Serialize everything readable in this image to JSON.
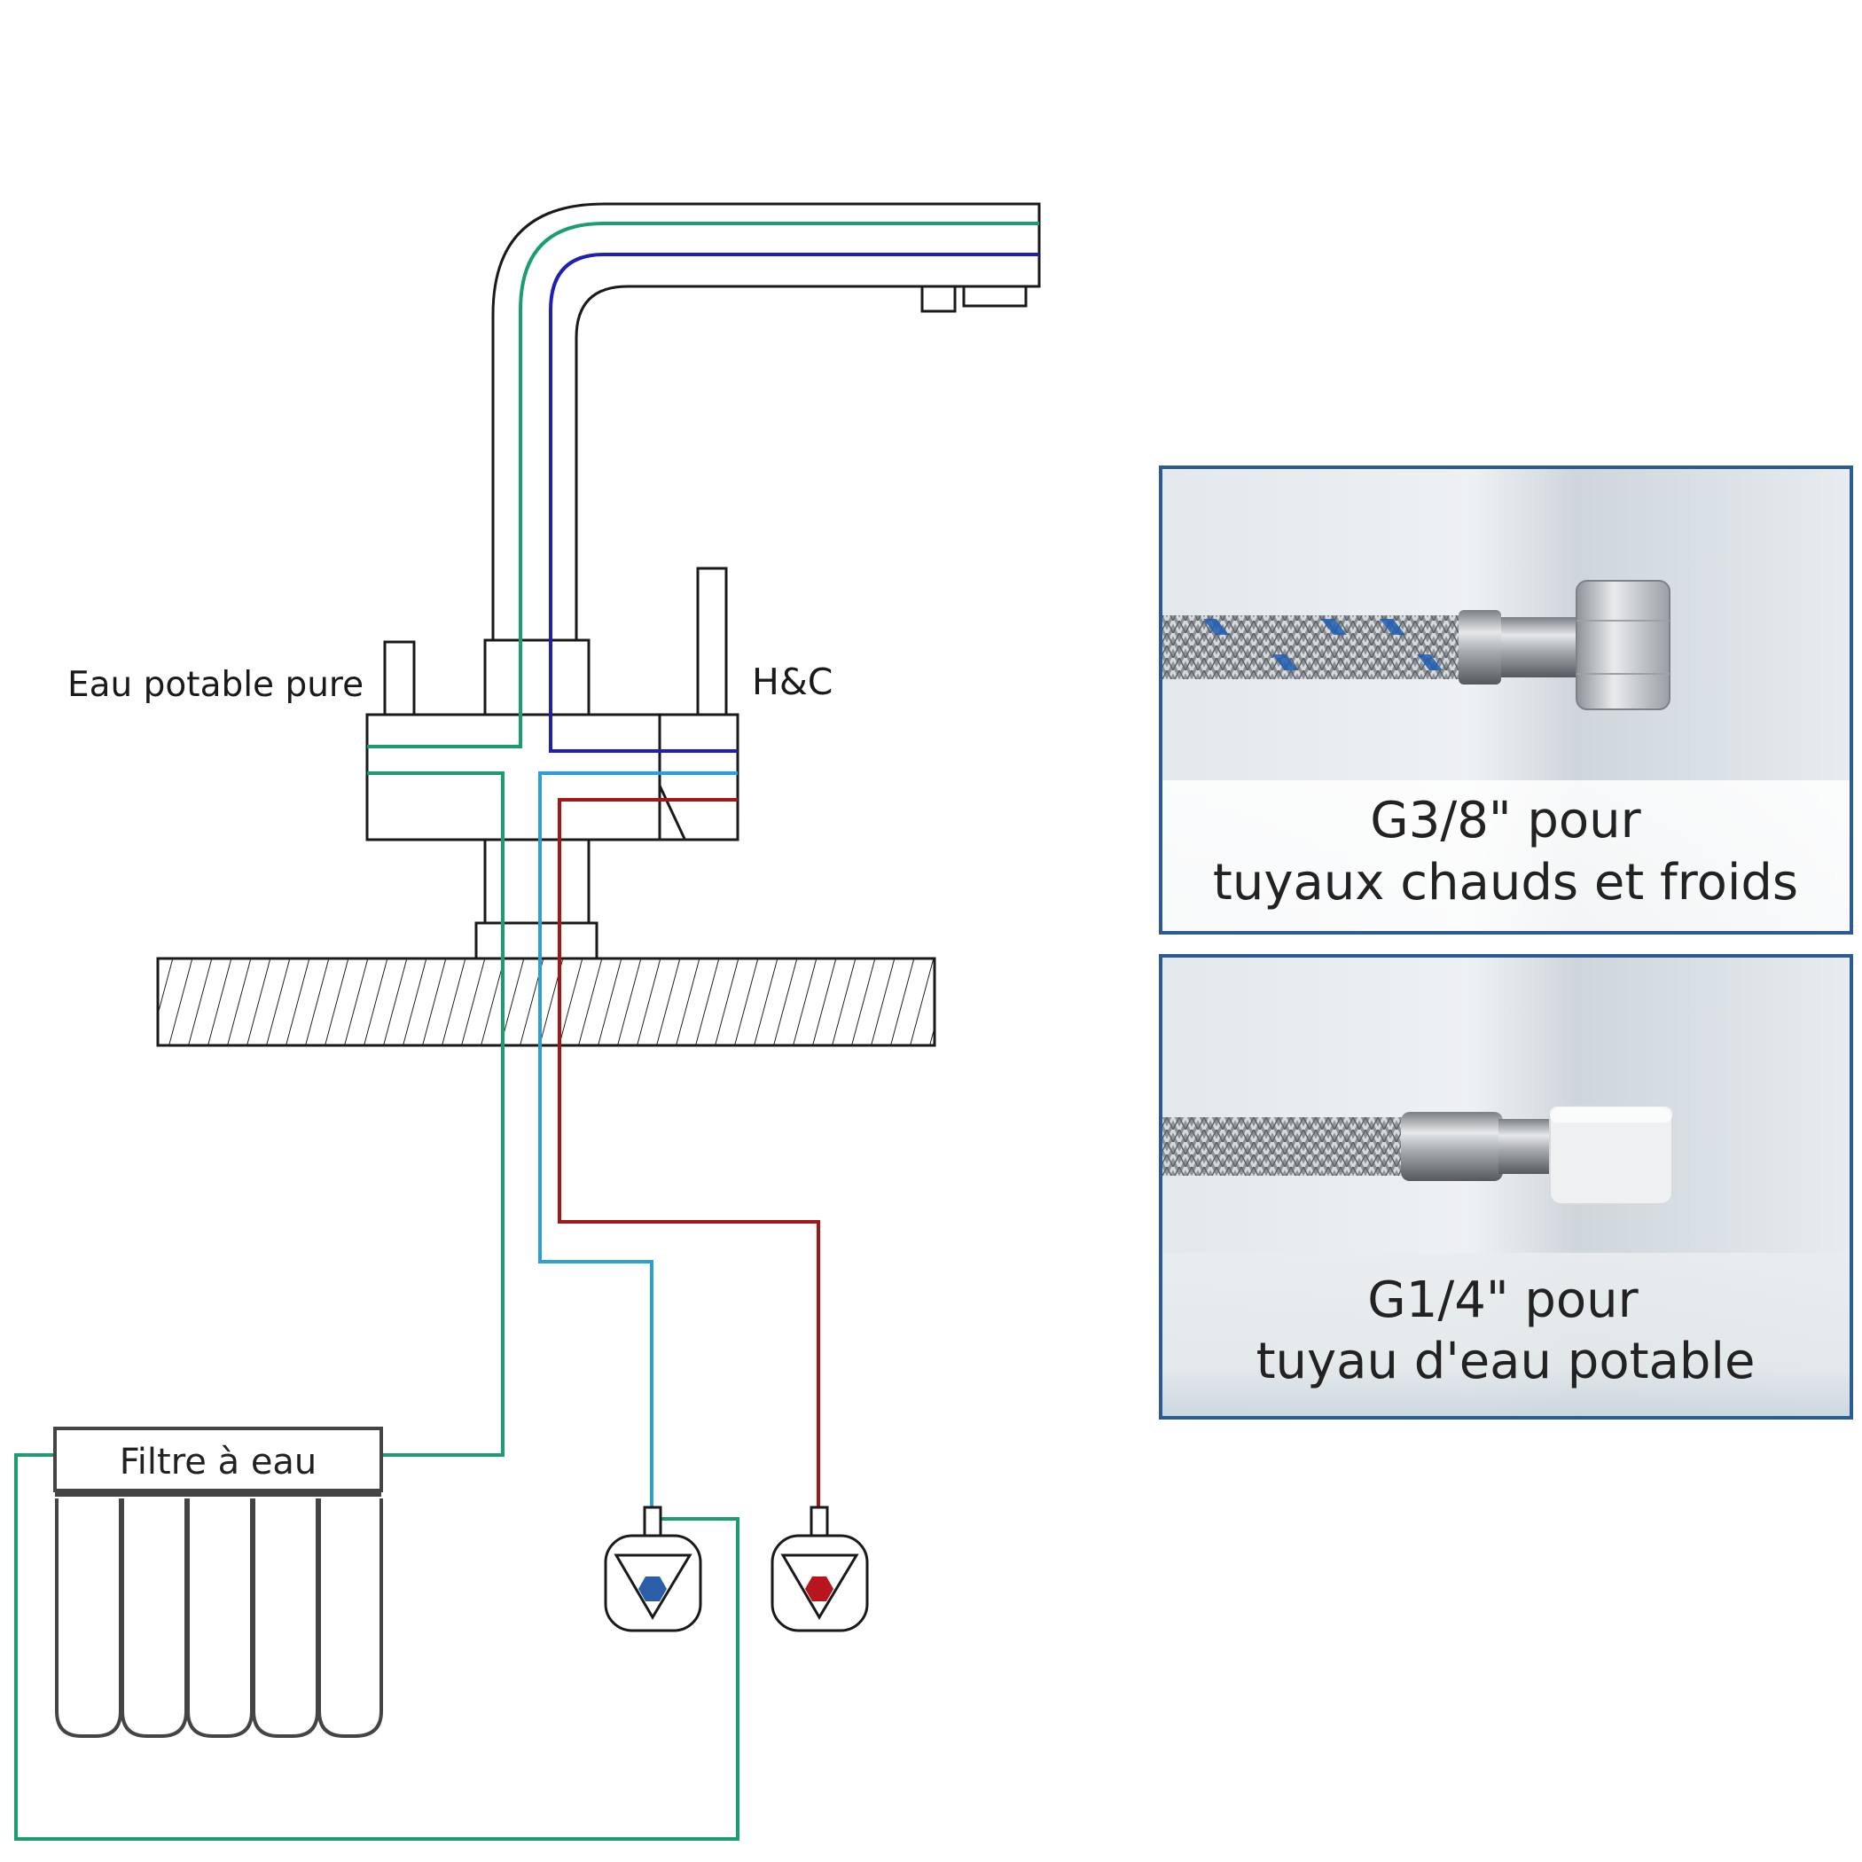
{
  "labels": {
    "pure_water": "Eau potable pure",
    "hot_cold": "H&C",
    "filter": "Filtre à eau"
  },
  "panels": [
    {
      "line1": "G3/8\" pour",
      "line2": "tuyaux chauds et froids"
    },
    {
      "line1": "G1/4\" pour",
      "line2": "tuyau d'eau potable"
    }
  ],
  "colors": {
    "pure_water_line": "#1a9e6e",
    "cold_mix_line": "#1f1fb0",
    "cold_supply_line": "#2a9fd8",
    "hot_supply_line": "#a01818",
    "outline": "#1a1a1a",
    "panel_border": "#2a5b94",
    "cold_valve_marker": "#2a5fa8",
    "hot_valve_marker": "#b8161d"
  }
}
